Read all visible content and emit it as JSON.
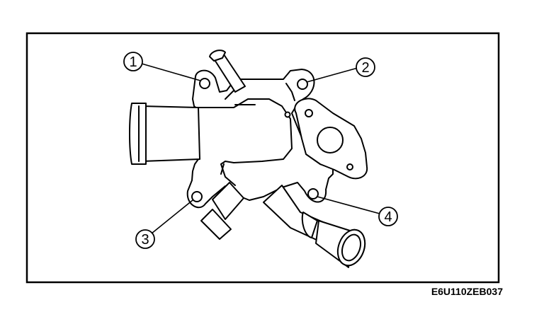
{
  "callouts": [
    {
      "label": "1"
    },
    {
      "label": "2"
    },
    {
      "label": "3"
    },
    {
      "label": "4"
    }
  ],
  "reference_code": "E6U110ZEB037",
  "colors": {
    "line": "#000000",
    "background": "#ffffff"
  }
}
